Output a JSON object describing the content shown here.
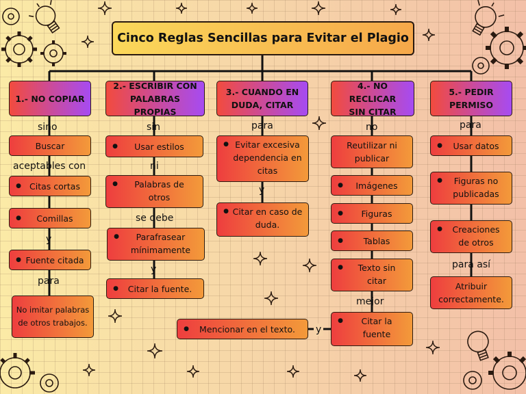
{
  "title": "Cinco Reglas Sencillas para Evitar el Plagio",
  "columns": [
    {
      "header": "1.- NO COPIAR",
      "connectors": [
        "sino",
        "aceptables con",
        "y",
        "para"
      ],
      "nodes": [
        "Buscar",
        "Citas cortas",
        "Comillas",
        "Fuente citada",
        "No imitar palabras\nde otros trabajos."
      ]
    },
    {
      "header": "2.- ESCRIBIR CON\nPALABRAS PROPIAS",
      "connectors": [
        "sin",
        "ni",
        "se debe",
        "y"
      ],
      "nodes": [
        "Usar estilos",
        "Palabras de\notros",
        "Parafrasear\nmínimamente",
        "Citar la fuente."
      ]
    },
    {
      "header": "3.- CUANDO EN\nDUDA, CITAR",
      "connectors": [
        "para",
        "y"
      ],
      "nodes": [
        "Evitar excesiva\ndependencia en\ncitas",
        "Citar en caso de\nduda."
      ]
    },
    {
      "header": "4.- NO RECLICAR\nSIN CITAR",
      "connectors": [
        "no",
        "mejor",
        "y"
      ],
      "nodes": [
        "Reutilizar ni\npublicar",
        "Imágenes",
        "Figuras",
        "Tablas",
        "Texto sin\ncitar",
        "Citar la\nfuente",
        "Mencionar en el texto."
      ]
    },
    {
      "header": "5.- PEDIR\nPERMISO",
      "connectors": [
        "para",
        "para así"
      ],
      "nodes": [
        "Usar datos",
        "Figuras no\npublicadas",
        "Creaciones\nde otros",
        "Atribuir\ncorrectamente."
      ]
    }
  ],
  "colors": {
    "header_gradient": [
      "#f24b3e",
      "#a64bf2"
    ],
    "node_gradient": [
      "#ee3e3e",
      "#f39a3a"
    ],
    "title_gradient": [
      "#fbd85a",
      "#f6a84a"
    ],
    "line": "#111111"
  },
  "decorations": [
    "lightbulb-icon",
    "gear-icon",
    "sparkle-icon"
  ]
}
